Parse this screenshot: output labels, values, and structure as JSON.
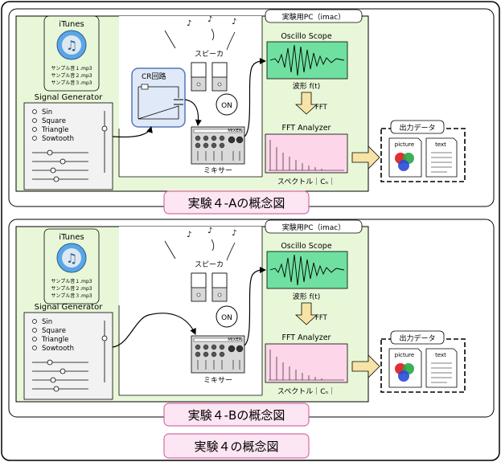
{
  "overall_title": "実験４の概念図",
  "panels": [
    {
      "title": "実験４-Aの概念図",
      "pc_label": "実験用PC（imac）",
      "itunes": {
        "title": "iTunes",
        "tracks": [
          "サンプル音１.mp3",
          "サンプル音２.mp3",
          "サンプル音３.mp3"
        ]
      },
      "signal_generator": {
        "title": "Signal Generator",
        "waves": [
          "Sin",
          "Square",
          "Triangle",
          "Sowtooth"
        ]
      },
      "cr_circuit": "CR回路",
      "speaker": "スピーカ",
      "on_button": "ON",
      "mixer_badge": "MIXER",
      "mixer_label": "ミキサー",
      "oscilloscope": "Oscillo Scope",
      "waveform_label": "波形 f(t)",
      "fft_arrow": "FFT",
      "fft_analyzer": "FFT Analyzer",
      "spectrum_label": "スペクトル｜Cₙ｜",
      "output": {
        "title": "出力データ",
        "picture": "picture",
        "text": "text"
      }
    },
    {
      "title": "実験４-Bの概念図",
      "pc_label": "実験用PC（imac）",
      "itunes": {
        "title": "iTunes",
        "tracks": [
          "サンプル音１.mp3",
          "サンプル音２.mp3",
          "サンプル音３.mp3"
        ]
      },
      "signal_generator": {
        "title": "Signal Generator",
        "waves": [
          "Sin",
          "Square",
          "Triangle",
          "Sowtooth"
        ]
      },
      "speaker": "スピーカ",
      "on_button": "ON",
      "mixer_badge": "MIXER",
      "mixer_label": "ミキサー",
      "oscilloscope": "Oscillo Scope",
      "waveform_label": "波形 f(t)",
      "fft_arrow": "FFT",
      "fft_analyzer": "FFT Analyzer",
      "spectrum_label": "スペクトル｜Cₙ｜",
      "output": {
        "title": "出力データ",
        "picture": "picture",
        "text": "text"
      }
    }
  ],
  "colors": {
    "pc_bg": "#e9f7d9",
    "itunes_bg": "#e9f7d9",
    "title_bg": "#fde6f3",
    "title_border": "#d86aa8",
    "osc_bg": "#6fe0a0",
    "fft_bg": "#fdd6ea",
    "arrow_fill": "#f7e3a6",
    "cr_bg": "#dfe9f8",
    "cr_border": "#5577bb"
  }
}
